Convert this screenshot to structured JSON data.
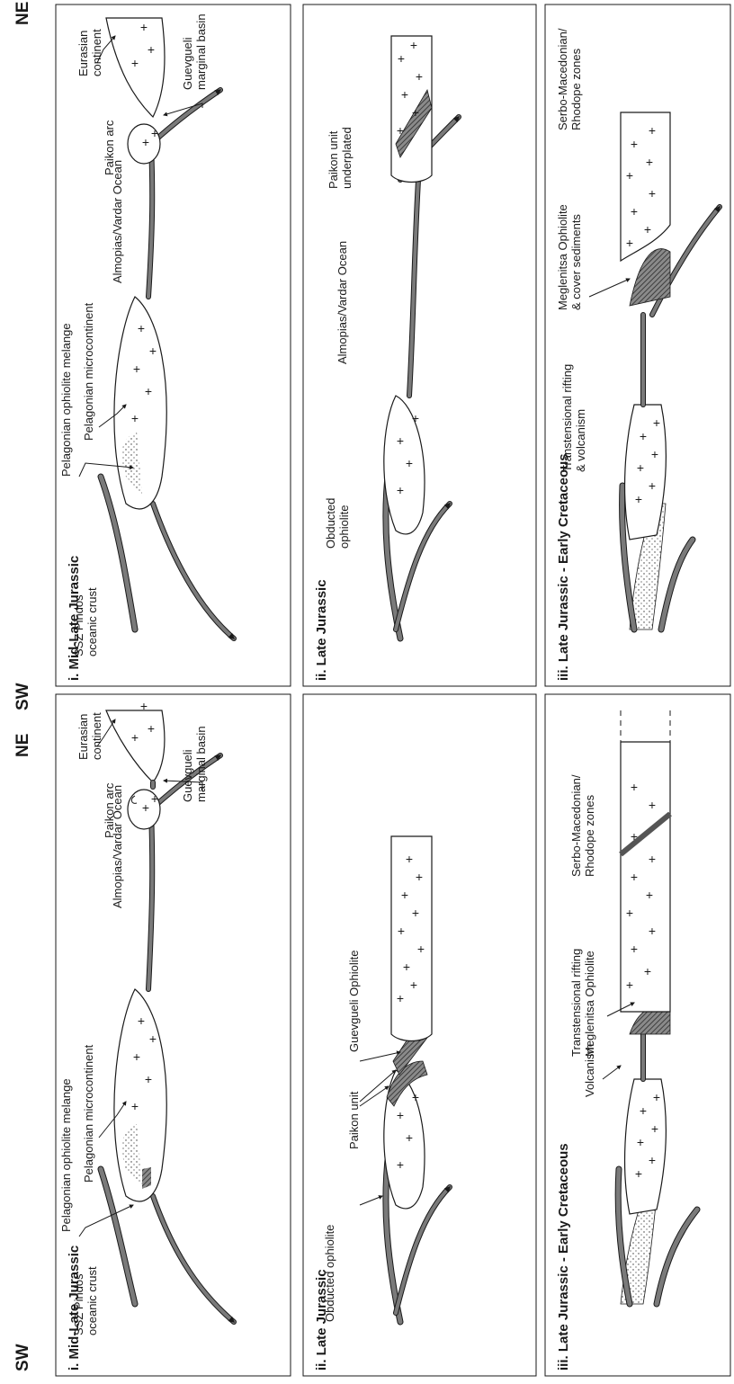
{
  "figure": {
    "directions": {
      "sw": "SW",
      "ne": "NE"
    },
    "columns": [
      {
        "id": "left",
        "panels": [
          {
            "caption": "i. Mid-Late Jurassic",
            "labels": {
              "ssz": "SSZ Pindos\noceanic crust",
              "melange": "Pelagonian ophiolite melange",
              "micro": "Pelagonian microcontinent",
              "ocean": "Almopias/Vardar Ocean",
              "paikon": "Paikon arc",
              "guevgueli": "Guevgueli\nmarginal basin",
              "eurasian": "Eurasian\ncontinent"
            }
          },
          {
            "caption": "ii. Late Jurassic",
            "labels": {
              "obducted": "Obducted ophiolite",
              "paikon": "Paikon unit",
              "guevgueli": "Guevgueli Ophiolite"
            }
          },
          {
            "caption": "iii. Late Jurassic - Early Cretaceous",
            "labels": {
              "volc": "Volcanism",
              "transt": "Transtensional rifting\nMeglenitsa Ophiolite",
              "serbo": "Serbo-Macedonian/\nRhodope zones"
            }
          }
        ]
      },
      {
        "id": "right",
        "panels": [
          {
            "caption": "i. Mid-Late Jurassic",
            "labels": {
              "ssz": "SSZ Pindos\noceanic crust",
              "melange": "Pelagonian ophiolite melange",
              "micro": "Pelagonian microcontinent",
              "ocean": "Almopias/Vardar Ocean",
              "paikon": "Paikon arc",
              "guevgueli": "Guevgueli\nmarginal basin",
              "eurasian": "Eurasian\ncontinent"
            }
          },
          {
            "caption": "ii. Late Jurassic",
            "labels": {
              "obducted": "Obducted\nophiolite",
              "ocean": "Almopias/Vardar Ocean",
              "paikon": "Paikon unit\nunderplated"
            }
          },
          {
            "caption": "iii. Late Jurassic - Early Cretaceous",
            "labels": {
              "transt": "Transtensional rifting\n& volcanism",
              "meglen": "Meglenitsa Ophiolite\n& cover sediments",
              "serbo": "Serbo-Macedonian/\nRhodope zones"
            }
          }
        ]
      }
    ]
  },
  "colors": {
    "ink": "#1a1a1a",
    "hatch_fill": "#6a6a6a",
    "stipple": "#333333",
    "paper": "#ffffff"
  }
}
